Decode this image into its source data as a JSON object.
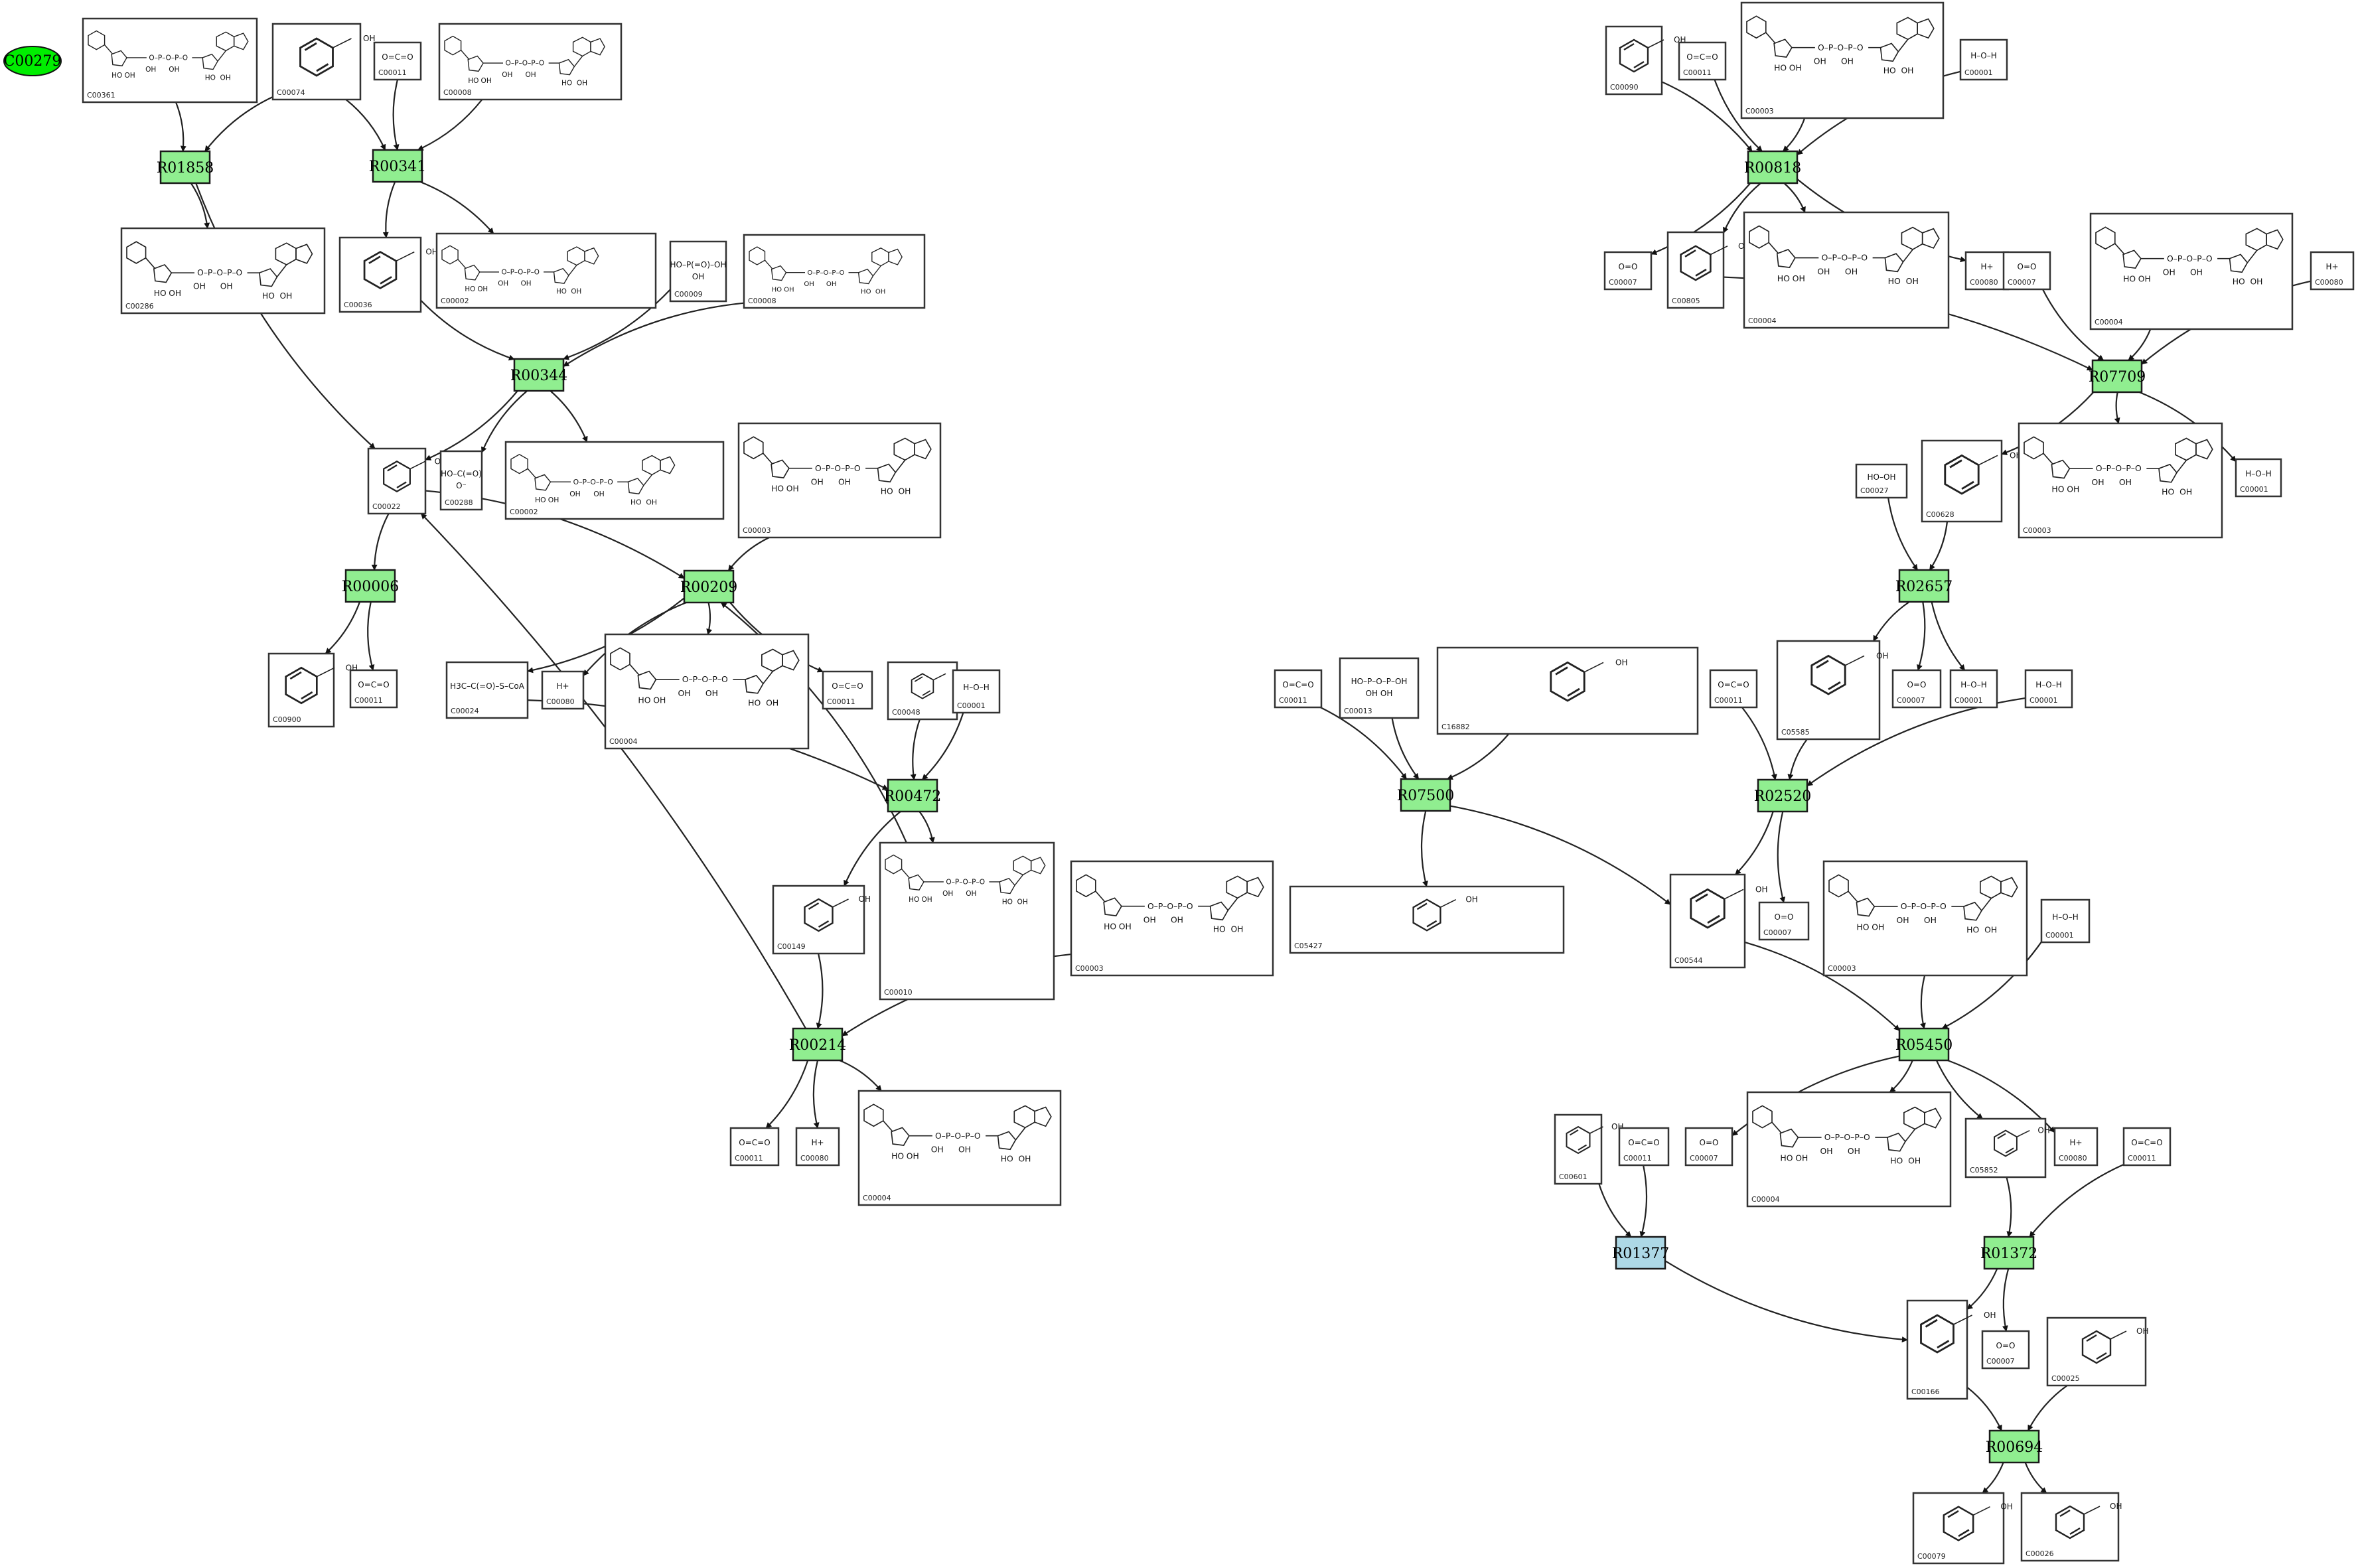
{
  "colors": {
    "reaction_fill": "#90ee90",
    "reaction_special_fill": "#add8e6",
    "seed_fill": "#00ee00"
  },
  "seed": {
    "id": "C00279",
    "label": "C00279"
  },
  "reactions": [
    {
      "id": "R01858",
      "label": "R01858"
    },
    {
      "id": "R00341",
      "label": "R00341"
    },
    {
      "id": "R00344",
      "label": "R00344"
    },
    {
      "id": "R00006",
      "label": "R00006"
    },
    {
      "id": "R00209",
      "label": "R00209"
    },
    {
      "id": "R00472",
      "label": "R00472"
    },
    {
      "id": "R00214",
      "label": "R00214"
    },
    {
      "id": "R00818",
      "label": "R00818"
    },
    {
      "id": "R07709",
      "label": "R07709"
    },
    {
      "id": "R02657",
      "label": "R02657"
    },
    {
      "id": "R07500",
      "label": "R07500"
    },
    {
      "id": "R02520",
      "label": "R02520"
    },
    {
      "id": "R05450",
      "label": "R05450"
    },
    {
      "id": "R01377",
      "label": "R01377",
      "special": true
    },
    {
      "id": "R01372",
      "label": "R01372"
    },
    {
      "id": "R00694",
      "label": "R00694"
    }
  ],
  "compounds": [
    {
      "id": "c1",
      "label": "C00361",
      "glyph": "gdp",
      "text": ""
    },
    {
      "id": "c2",
      "label": "C00074",
      "glyph": "pep",
      "text": ""
    },
    {
      "id": "c3",
      "label": "C00011",
      "glyph": "co2",
      "text": ""
    },
    {
      "id": "c4",
      "label": "C00008",
      "glyph": "adp",
      "text": ""
    },
    {
      "id": "c5",
      "label": "C00286",
      "glyph": "dgtp",
      "text": ""
    },
    {
      "id": "c6",
      "label": "C00036",
      "glyph": "oaa",
      "text": ""
    },
    {
      "id": "c7",
      "label": "C00002",
      "glyph": "atp",
      "text": ""
    },
    {
      "id": "c8",
      "label": "C00009",
      "glyph": "pi",
      "text": ""
    },
    {
      "id": "c9",
      "label": "C00008",
      "glyph": "adp",
      "text": ""
    },
    {
      "id": "c10",
      "label": "C00022",
      "glyph": "pyr",
      "text": ""
    },
    {
      "id": "c11",
      "label": "C00288",
      "glyph": "hco3",
      "text": ""
    },
    {
      "id": "c12",
      "label": "C00002",
      "glyph": "atp",
      "text": ""
    },
    {
      "id": "c13",
      "label": "C00003",
      "glyph": "nad",
      "text": ""
    },
    {
      "id": "c14",
      "label": "C00900",
      "glyph": "acetolac",
      "text": ""
    },
    {
      "id": "c15",
      "label": "C00011",
      "glyph": "co2",
      "text": ""
    },
    {
      "id": "c16",
      "label": "C00024",
      "glyph": "text",
      "text": "H3C–C(=O)–S–CoA"
    },
    {
      "id": "c17",
      "label": "C00080",
      "glyph": "text",
      "text": "H+"
    },
    {
      "id": "c18",
      "label": "C00004",
      "glyph": "nadh",
      "text": ""
    },
    {
      "id": "c19",
      "label": "C00011",
      "glyph": "co2",
      "text": ""
    },
    {
      "id": "c20",
      "label": "C00048",
      "glyph": "glyox",
      "text": ""
    },
    {
      "id": "c21",
      "label": "C00001",
      "glyph": "water",
      "text": ""
    },
    {
      "id": "c22",
      "label": "C00149",
      "glyph": "malate",
      "text": ""
    },
    {
      "id": "c23",
      "label": "C00010",
      "glyph": "coa",
      "text": ""
    },
    {
      "id": "c24",
      "label": "C00003",
      "glyph": "nad",
      "text": ""
    },
    {
      "id": "c25",
      "label": "C00011",
      "glyph": "co2",
      "text": ""
    },
    {
      "id": "c26",
      "label": "C00080",
      "glyph": "text",
      "text": "H+"
    },
    {
      "id": "c27",
      "label": "C00004",
      "glyph": "nadh",
      "text": ""
    },
    {
      "id": "c28",
      "label": "C00090",
      "glyph": "catechol",
      "text": ""
    },
    {
      "id": "c29",
      "label": "C00011",
      "glyph": "co2",
      "text": ""
    },
    {
      "id": "c30",
      "label": "C00003",
      "glyph": "nad",
      "text": ""
    },
    {
      "id": "c31",
      "label": "C00001",
      "glyph": "water",
      "text": ""
    },
    {
      "id": "c32",
      "label": "C00007",
      "glyph": "text",
      "text": "O=O"
    },
    {
      "id": "c33",
      "label": "C00805",
      "glyph": "salicylate",
      "text": ""
    },
    {
      "id": "c34",
      "label": "C00004",
      "glyph": "nadh",
      "text": ""
    },
    {
      "id": "c35",
      "label": "C00080",
      "glyph": "text",
      "text": "H+"
    },
    {
      "id": "c36",
      "label": "C00007",
      "glyph": "text",
      "text": "O=O"
    },
    {
      "id": "c37",
      "label": "C00004",
      "glyph": "nadh",
      "text": ""
    },
    {
      "id": "c38",
      "label": "C00080",
      "glyph": "text",
      "text": "H+"
    },
    {
      "id": "c39",
      "label": "C00027",
      "glyph": "text",
      "text": "HO–OH"
    },
    {
      "id": "c40",
      "label": "C00628",
      "glyph": "gentisate",
      "text": ""
    },
    {
      "id": "c41",
      "label": "C00003",
      "glyph": "nad",
      "text": ""
    },
    {
      "id": "c42",
      "label": "C00001",
      "glyph": "water",
      "text": ""
    },
    {
      "id": "c43",
      "label": "C00011",
      "glyph": "co2",
      "text": ""
    },
    {
      "id": "c44",
      "label": "C00013",
      "glyph": "ppi",
      "text": ""
    },
    {
      "id": "c45",
      "label": "C16882",
      "glyph": "plastoq",
      "text": ""
    },
    {
      "id": "c46",
      "label": "C05585",
      "glyph": "gentald",
      "text": ""
    },
    {
      "id": "c47",
      "label": "C00007",
      "glyph": "text",
      "text": "O=O"
    },
    {
      "id": "c48",
      "label": "C00001",
      "glyph": "water",
      "text": ""
    },
    {
      "id": "c49",
      "label": "C00011",
      "glyph": "co2",
      "text": ""
    },
    {
      "id": "c50",
      "label": "C00001",
      "glyph": "water",
      "text": ""
    },
    {
      "id": "c51",
      "label": "C05427",
      "glyph": "prenylpp",
      "text": ""
    },
    {
      "id": "c52",
      "label": "C00544",
      "glyph": "hpa",
      "text": ""
    },
    {
      "id": "c53",
      "label": "C00007",
      "glyph": "text",
      "text": "O=O"
    },
    {
      "id": "c54",
      "label": "C00003",
      "glyph": "nad",
      "text": ""
    },
    {
      "id": "c55",
      "label": "C00001",
      "glyph": "water",
      "text": ""
    },
    {
      "id": "c56",
      "label": "C00601",
      "glyph": "phacald",
      "text": ""
    },
    {
      "id": "c57",
      "label": "C00011",
      "glyph": "co2",
      "text": ""
    },
    {
      "id": "c58",
      "label": "C00007",
      "glyph": "text",
      "text": "O=O"
    },
    {
      "id": "c59",
      "label": "C00004",
      "glyph": "nadh",
      "text": ""
    },
    {
      "id": "c60",
      "label": "C05852",
      "glyph": "ohpa",
      "text": ""
    },
    {
      "id": "c61",
      "label": "C00080",
      "glyph": "text",
      "text": "H+"
    },
    {
      "id": "c62",
      "label": "C00011",
      "glyph": "co2",
      "text": ""
    },
    {
      "id": "c63",
      "label": "C00166",
      "glyph": "phpyr",
      "text": ""
    },
    {
      "id": "c64",
      "label": "C00007",
      "glyph": "text",
      "text": "O=O"
    },
    {
      "id": "c65",
      "label": "C00025",
      "glyph": "glu",
      "text": ""
    },
    {
      "id": "c66",
      "label": "C00079",
      "glyph": "phe",
      "text": ""
    },
    {
      "id": "c67",
      "label": "C00026",
      "glyph": "akg",
      "text": ""
    }
  ]
}
